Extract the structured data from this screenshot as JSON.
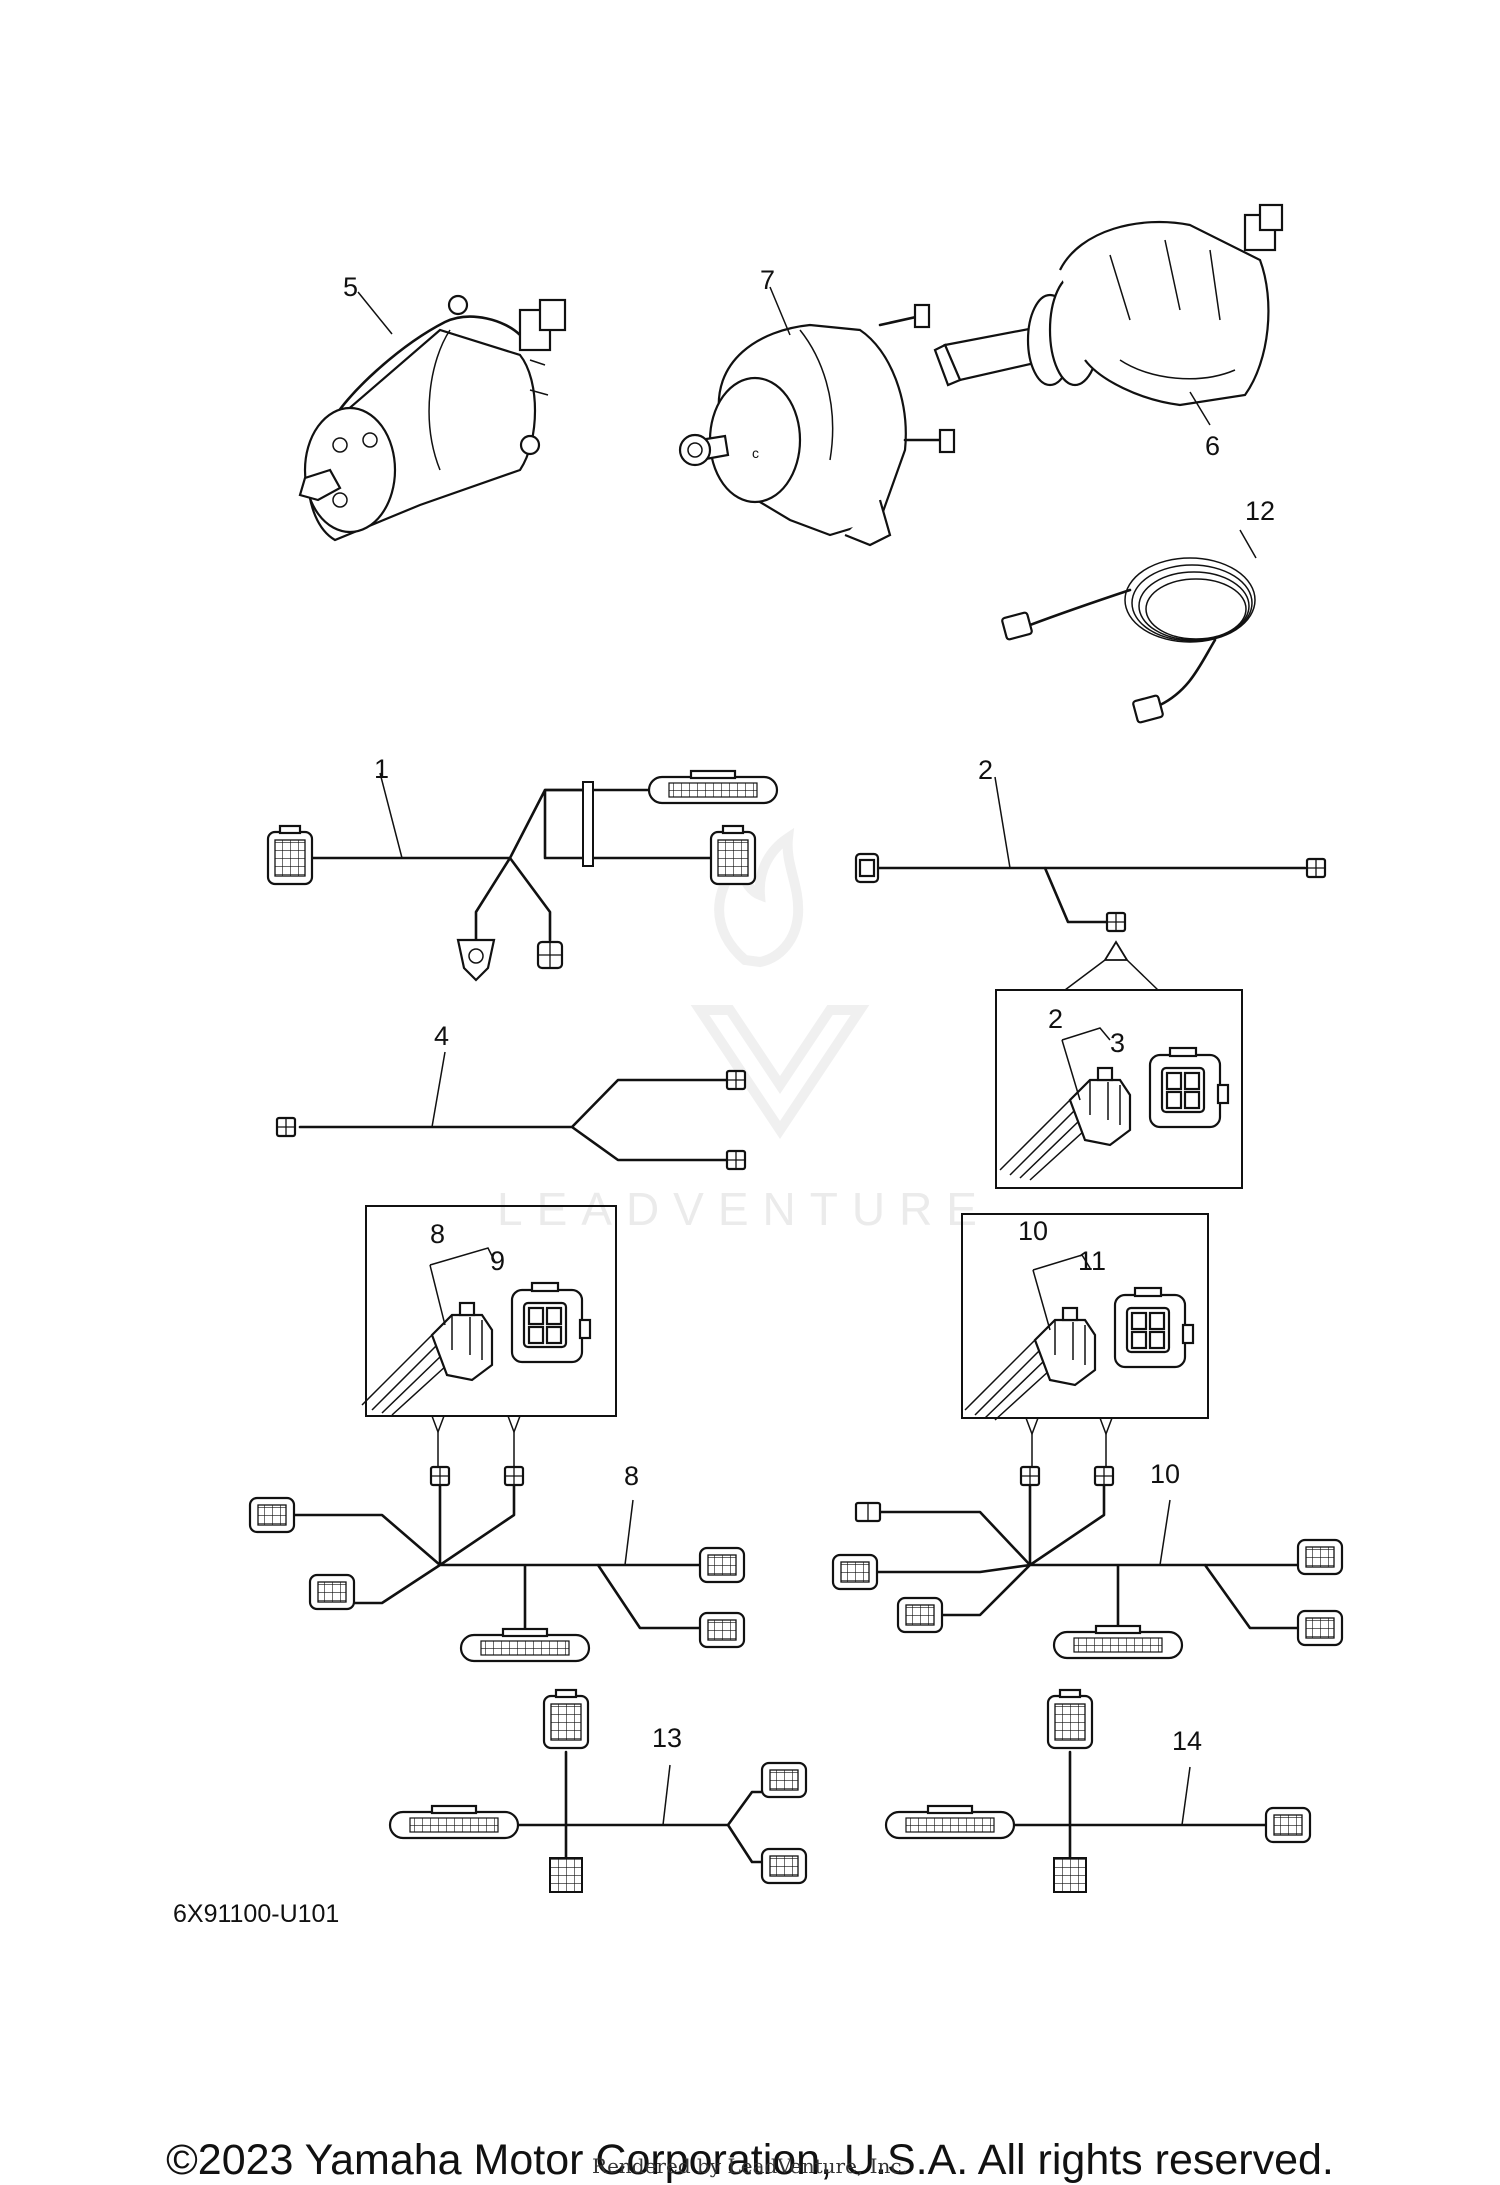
{
  "callouts": {
    "c1": "1",
    "c2": "2",
    "c2b": "2",
    "c3": "3",
    "c4": "4",
    "c5": "5",
    "c6": "6",
    "c7": "7",
    "c8": "8",
    "c8b": "8",
    "c9": "9",
    "c10": "10",
    "c10b": "10",
    "c11": "11",
    "c12": "12",
    "c13": "13",
    "c14": "14"
  },
  "diagram_code": "6X91100-U101",
  "watermark": "LEADVENTURE",
  "copyright": "©2023 Yamaha Motor Corporation, U.S.A. All rights reserved.",
  "rendered_by": "Rendered by LeadVenture, Inc."
}
